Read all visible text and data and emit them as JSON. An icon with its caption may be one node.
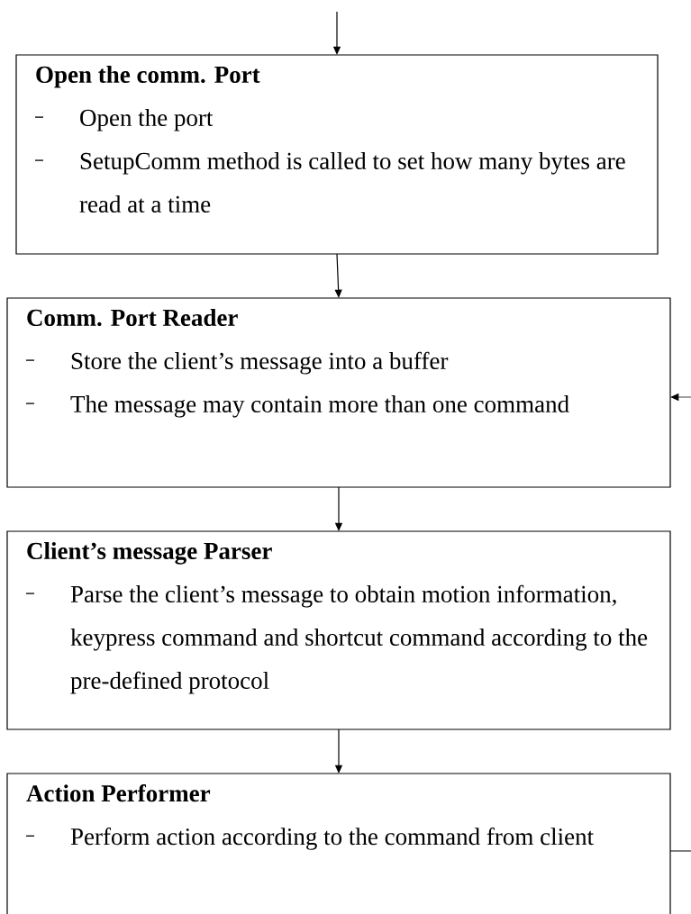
{
  "diagram": {
    "nodes": [
      {
        "text": [
          "Open the comm. Port",
          "Open the port",
          "SetupComm method is called to set how many bytes are read at a time"
        ]
      },
      {
        "text": [
          "Comm. Port Reader",
          "Store the client’s message into a buffer",
          "The message may contain more than one command"
        ]
      },
      {
        "text": [
          "Client’s message Parser",
          "Parse the client’s message to obtain motion information, keypress command and shortcut command according to the pre-defined protocol"
        ]
      },
      {
        "text": [
          "Action Performer",
          "Perform action according to the command from client"
        ]
      }
    ],
    "edges": [
      {
        "from": null,
        "to": 0,
        "arrow": "to"
      },
      {
        "from": 0,
        "to": 1,
        "arrow": "to"
      },
      {
        "from": 1,
        "to": 2,
        "arrow": "to"
      },
      {
        "from": 2,
        "to": 3,
        "arrow": "to"
      },
      {
        "from": 3,
        "to": null,
        "arrow": "none"
      },
      {
        "from": null,
        "to": 1,
        "arrow": "to"
      }
    ]
  }
}
